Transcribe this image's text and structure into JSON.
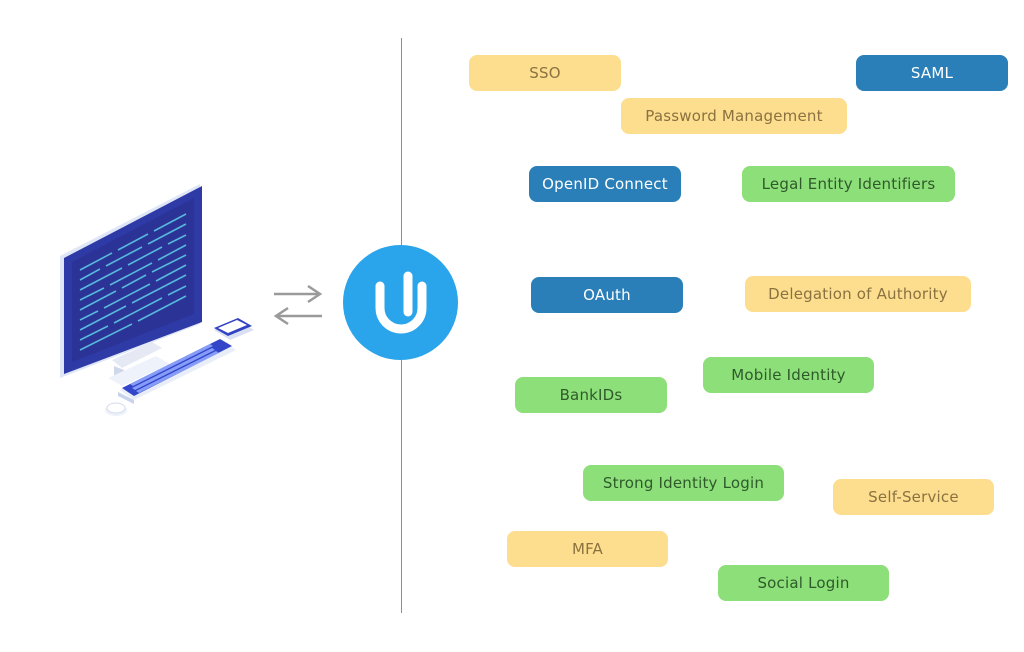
{
  "colors": {
    "yellow_tag": "#fdde8f",
    "blue_tag": "#2a7fb8",
    "green_tag": "#8ddf7a",
    "logo_circle": "#2aa4ea",
    "divider": "#8f8f8f"
  },
  "logo": {
    "letter": "U",
    "icon": "identity-provider-logo"
  },
  "illustration": {
    "icon": "desktop-computer-with-phone"
  },
  "connector": {
    "icon": "bidirectional-arrows"
  },
  "tags": [
    {
      "label": "SSO",
      "color": "yellow"
    },
    {
      "label": "SAML",
      "color": "blue"
    },
    {
      "label": "Password Management",
      "color": "yellow"
    },
    {
      "label": "OpenID Connect",
      "color": "blue"
    },
    {
      "label": "Legal Entity Identifiers",
      "color": "green"
    },
    {
      "label": "OAuth",
      "color": "blue"
    },
    {
      "label": "Delegation of Authority",
      "color": "yellow"
    },
    {
      "label": "Mobile Identity",
      "color": "green"
    },
    {
      "label": "BankIDs",
      "color": "green"
    },
    {
      "label": "Strong Identity Login",
      "color": "green"
    },
    {
      "label": "Self-Service",
      "color": "yellow"
    },
    {
      "label": "MFA",
      "color": "yellow"
    },
    {
      "label": "Social Login",
      "color": "green"
    }
  ]
}
